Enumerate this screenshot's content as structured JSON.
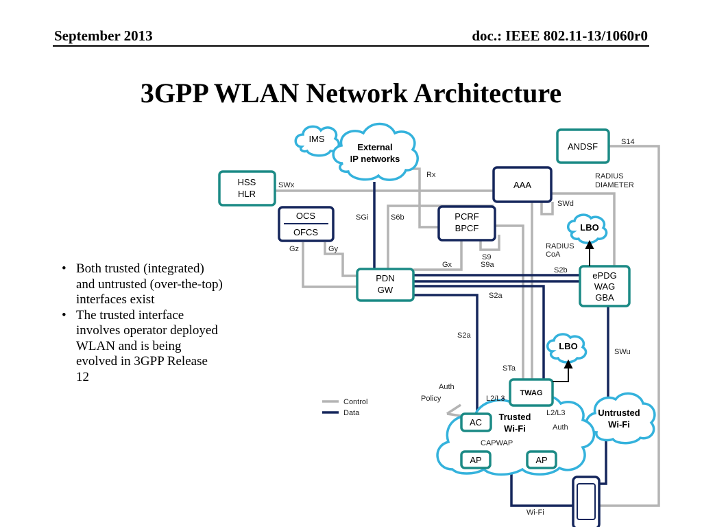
{
  "header": {
    "date": "September 2013",
    "doc": "doc.: IEEE 802.11-13/1060r0"
  },
  "title": "3GPP WLAN Network Architecture",
  "bullets": [
    "Both trusted (integrated) and untrusted (over-the-top) interfaces exist",
    "The trusted interface involves operator deployed WLAN and is being evolved in 3GPP Release 12"
  ],
  "colors": {
    "teal": "#1b8a85",
    "navy": "#15265c",
    "control_gray": "#b4b4b4",
    "cloud_blue": "#34b2dc"
  },
  "diagram": {
    "clouds": {
      "ims": "IMS",
      "external_1": "External",
      "external_2": "IP networks",
      "lbo_top": "LBO",
      "lbo_mid": "LBO",
      "untrusted_1": "Untrusted",
      "untrusted_2": "Wi-Fi"
    },
    "nodes": {
      "hss_1": "HSS",
      "hss_2": "HLR",
      "ocs": "OCS",
      "ofcs": "OFCS",
      "pdn_1": "PDN",
      "pdn_2": "GW",
      "pcrf_1": "PCRF",
      "pcrf_2": "BPCF",
      "aaa": "AAA",
      "andsf": "ANDSF",
      "epdg_1": "ePDG",
      "epdg_2": "WAG",
      "epdg_3": "GBA",
      "twag": "TWAG",
      "ac": "AC",
      "ap_left": "AP",
      "ap_right": "AP"
    },
    "labels": {
      "swx": "SWx",
      "rx": "Rx",
      "sgi": "SGi",
      "s6b": "S6b",
      "gz": "Gz",
      "gy": "Gy",
      "gx": "Gx",
      "s9": "S9",
      "s9a": "S9a",
      "swd": "SWd",
      "radius_diameter_1": "RADIUS",
      "radius_diameter_2": "DIAMETER",
      "radius_coa_1": "RADIUS",
      "radius_coa_2": "CoA",
      "s14": "S14",
      "s2b": "S2b",
      "s2a_right": "S2a",
      "s2a_left": "S2a",
      "sta": "STa",
      "swu": "SWu",
      "auth_top": "Auth",
      "policy": "Policy",
      "l2l3_left": "L2/L3",
      "trusted_1": "Trusted",
      "trusted_2": "Wi-Fi",
      "l2l3_right": "L2/L3",
      "auth_right": "Auth",
      "capwap": "CAPWAP",
      "wifi": "Wi-Fi"
    },
    "legend": {
      "control": "Control",
      "data": "Data"
    }
  }
}
